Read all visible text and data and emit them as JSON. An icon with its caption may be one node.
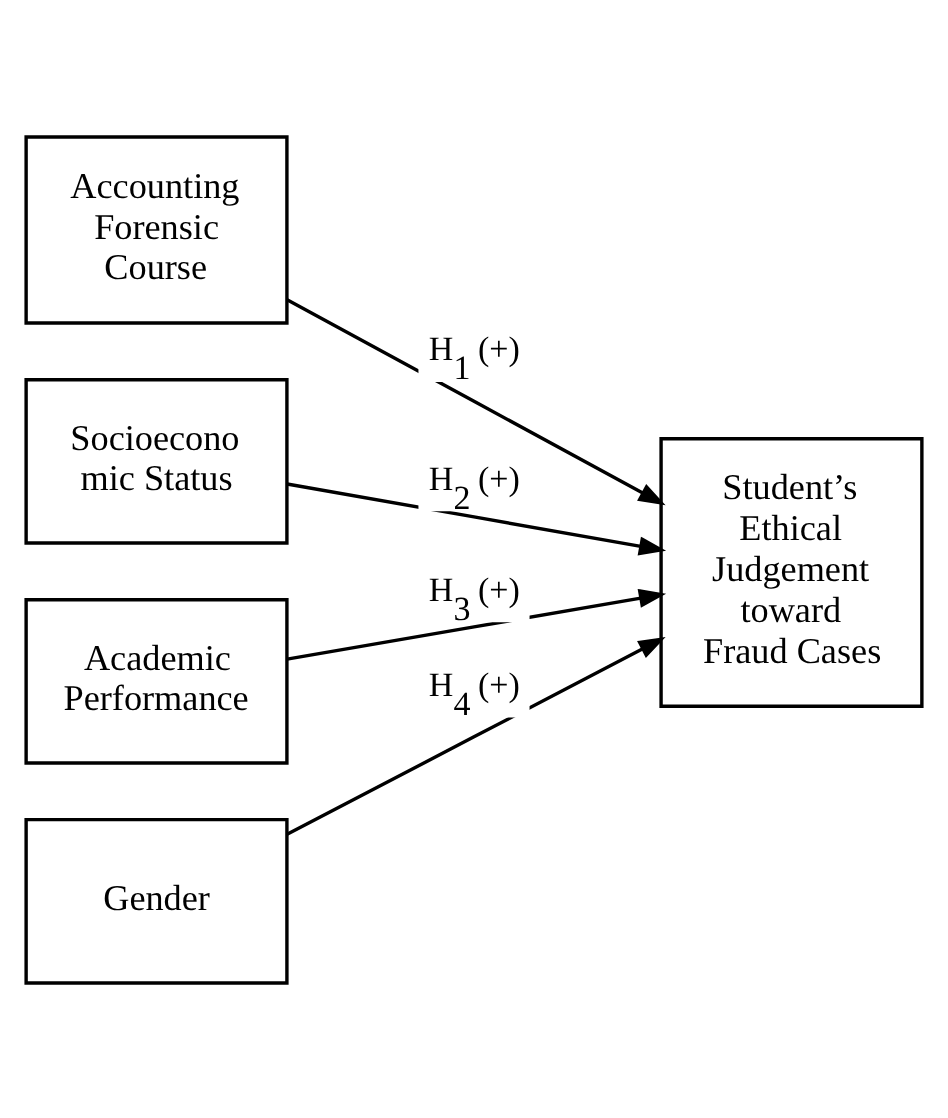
{
  "diagram": {
    "nodes": [
      {
        "text": [
          "Accounting Forensic Course"
        ]
      },
      {
        "text": [
          "Socioecono mic Status"
        ]
      },
      {
        "text": [
          "Academic Performance"
        ]
      },
      {
        "text": [
          "Gender"
        ]
      },
      {
        "text": [
          "Student’s Ethical Judgement toward Fraud Cases"
        ]
      }
    ],
    "edges": [
      {
        "from": 0,
        "to": 4,
        "arrow": "to",
        "label": "H$_{1}$ (+)"
      },
      {
        "from": 1,
        "to": 4,
        "arrow": "to",
        "label": "H$_{2}$ (+)"
      },
      {
        "from": 2,
        "to": 4,
        "arrow": "to",
        "label": "H$_{3}$ (+)"
      },
      {
        "from": 3,
        "to": 4,
        "arrow": "to",
        "label": "H$_{4}$ (+)"
      }
    ]
  }
}
